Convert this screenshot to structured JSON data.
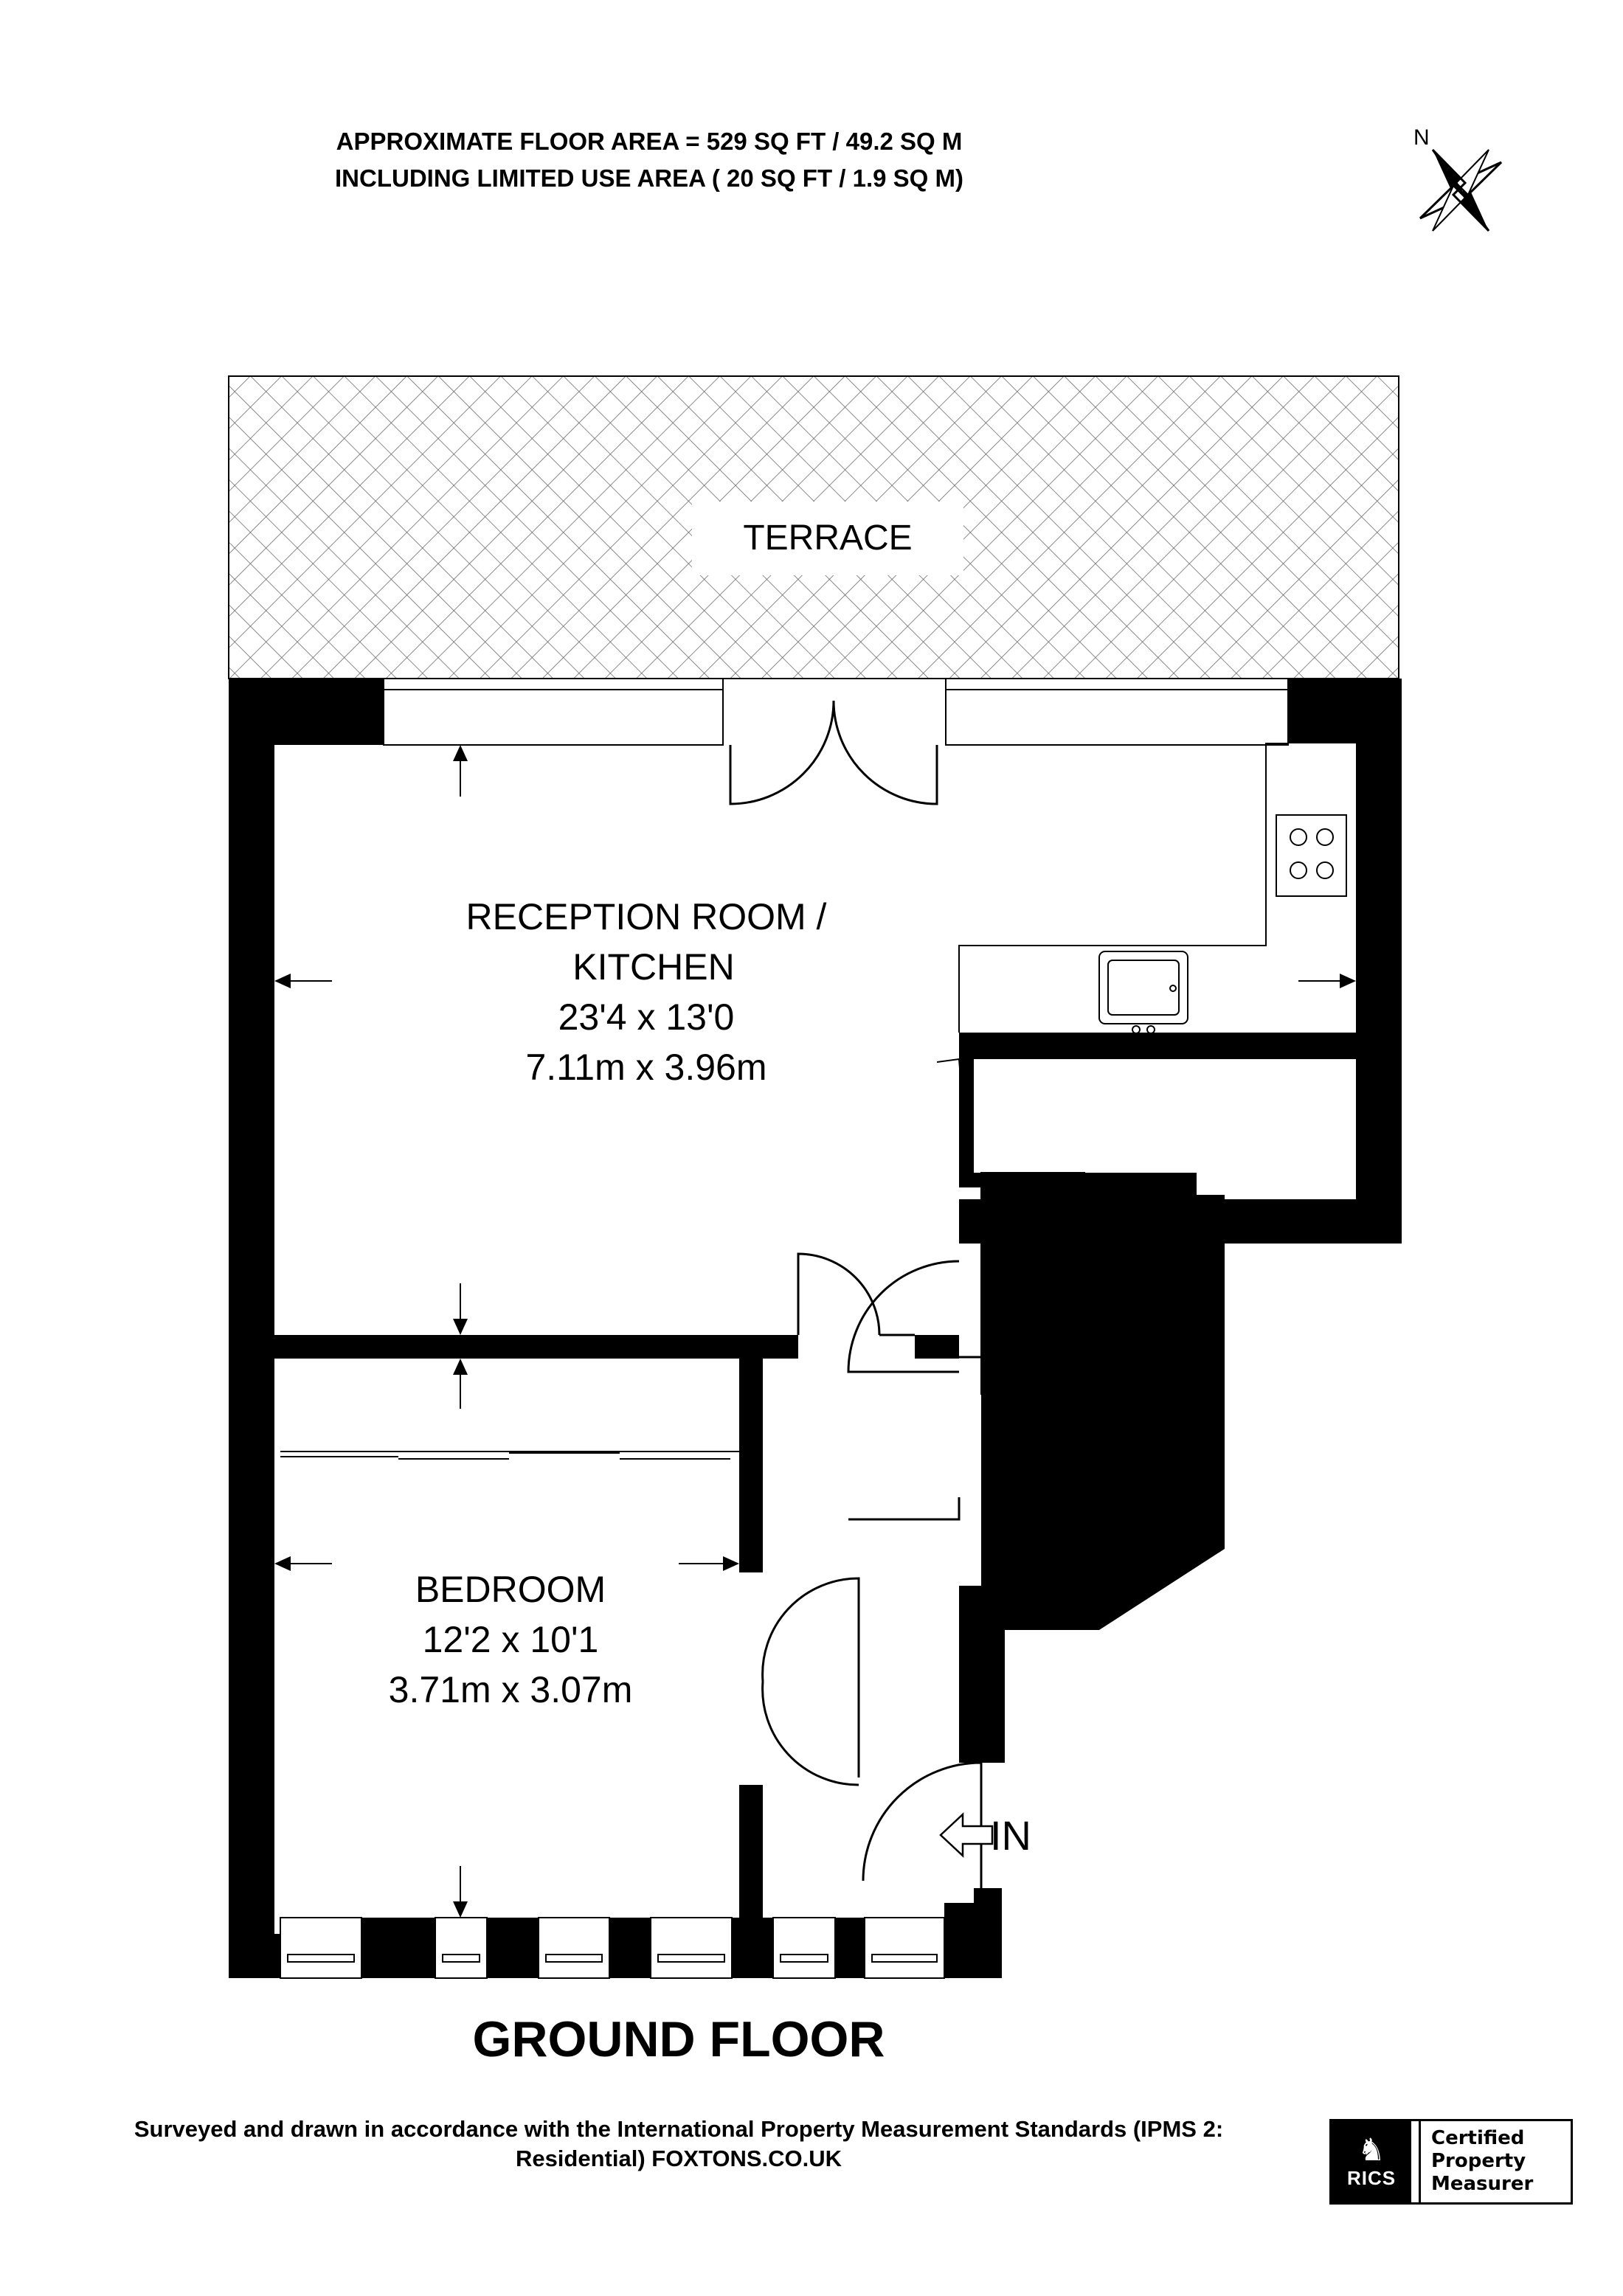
{
  "header": {
    "area_line": "APPROXIMATE FLOOR AREA = 529 SQ FT / 49.2 SQ M",
    "limited_use_line": "INCLUDING LIMITED USE AREA ( 20 SQ FT / 1.9 SQ M)"
  },
  "compass": {
    "label": "N",
    "icon": "compass-rose-icon"
  },
  "rooms": {
    "terrace": {
      "name": "TERRACE"
    },
    "reception": {
      "name_line1": "RECEPTION ROOM /",
      "name_line2": "KITCHEN",
      "imperial": "23'4 x 13'0",
      "metric": "7.11m x 3.96m"
    },
    "bedroom": {
      "name": "BEDROOM",
      "imperial": "12'2 x 10'1",
      "metric": "3.71m x 3.07m"
    },
    "entrance": {
      "label": "IN",
      "icon": "entrance-arrow-icon"
    }
  },
  "floor_title": "GROUND FLOOR",
  "footer": {
    "line1": "Surveyed and drawn in accordance with the International Property Measurement Standards (IPMS 2:",
    "line2": "Residential) FOXTONS.CO.UK"
  },
  "badge": {
    "logo_text": "RICS",
    "line1": "Certified",
    "line2": "Property",
    "line3": "Measurer"
  },
  "colors": {
    "wall": "#000000",
    "background": "#ffffff",
    "hatch": "#555555"
  }
}
